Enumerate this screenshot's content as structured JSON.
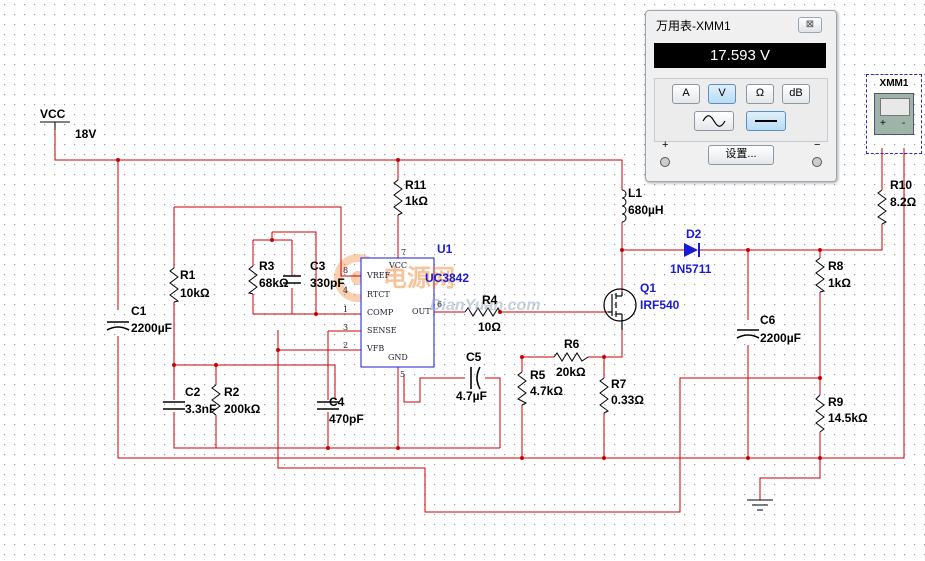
{
  "multimeter": {
    "title": "万用表-XMM1",
    "close": "⊠",
    "reading": "17.593 V",
    "buttons": [
      "A",
      "V",
      "Ω",
      "dB"
    ],
    "active_button": "V",
    "settings_label": "设置...",
    "plus": "+",
    "minus": "−"
  },
  "xmm_symbol": {
    "label": "XMM1",
    "plus": "+",
    "minus": "-"
  },
  "source": {
    "name": "VCC",
    "value": "18V"
  },
  "ic": {
    "ref": "U1",
    "part": "UC3842",
    "pins": [
      "VREF",
      "RTCT",
      "COMP",
      "SENSE",
      "VFB",
      "VCC",
      "OUT",
      "GND"
    ],
    "pin_numbers": [
      "8",
      "4",
      "1",
      "3",
      "2",
      "7",
      "6",
      "5"
    ]
  },
  "components": [
    {
      "ref": "R11",
      "value": "1kΩ"
    },
    {
      "ref": "R1",
      "value": "10kΩ"
    },
    {
      "ref": "R3",
      "value": "68kΩ"
    },
    {
      "ref": "C3",
      "value": "330pF"
    },
    {
      "ref": "C1",
      "value": "2200µF"
    },
    {
      "ref": "C2",
      "value": "3.3nF"
    },
    {
      "ref": "R2",
      "value": "200kΩ"
    },
    {
      "ref": "C4",
      "value": "470pF"
    },
    {
      "ref": "R4",
      "value": "10Ω"
    },
    {
      "ref": "C5",
      "value": "4.7µF"
    },
    {
      "ref": "R5",
      "value": "4.7kΩ"
    },
    {
      "ref": "R6",
      "value": "20kΩ"
    },
    {
      "ref": "R7",
      "value": "0.33Ω"
    },
    {
      "ref": "L1",
      "value": "680µH"
    },
    {
      "ref": "D2",
      "value": "1N5711"
    },
    {
      "ref": "Q1",
      "value": "IRF540"
    },
    {
      "ref": "C6",
      "value": "2200µF"
    },
    {
      "ref": "R8",
      "value": "1kΩ"
    },
    {
      "ref": "R9",
      "value": "14.5kΩ"
    },
    {
      "ref": "R10",
      "value": "8.2Ω"
    }
  ],
  "watermark": {
    "text": "电源网",
    "url": "DianYuan.com"
  },
  "colors": {
    "wire": "#cc0000",
    "blue": "#1a1ad6",
    "grid": "#9a9a9a"
  }
}
